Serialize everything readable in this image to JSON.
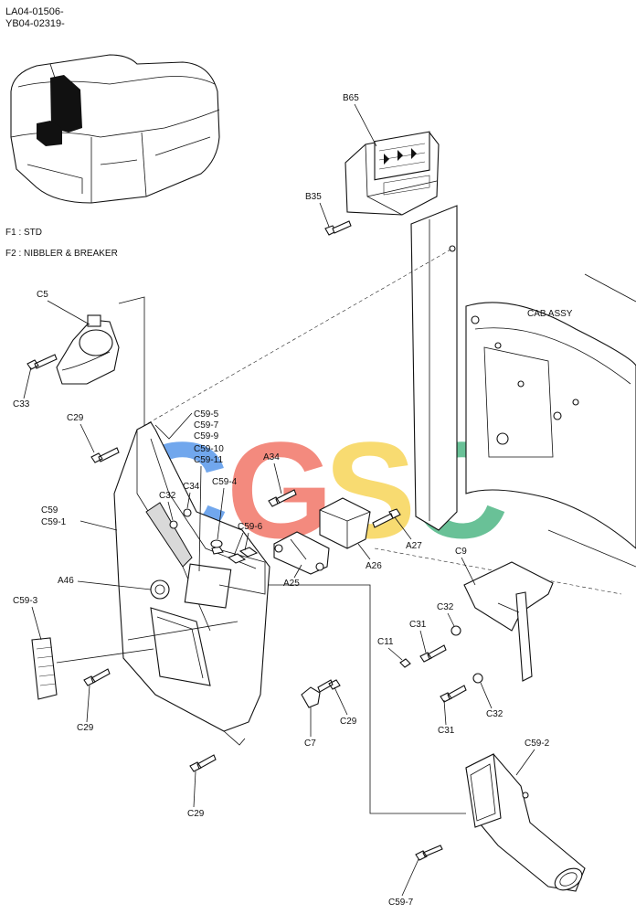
{
  "header": {
    "code1": "LA04-01506-",
    "code2": "YB04-02319-"
  },
  "legend": {
    "f1": "F1 : STD",
    "f2": "F2 : NIBBLER & BREAKER"
  },
  "watermark": {
    "letters": [
      "C",
      "G",
      "S",
      "C"
    ],
    "colors": [
      "#4a8fe8",
      "#f06a5a",
      "#f7d24a",
      "#3fb07a"
    ]
  },
  "labels": {
    "b65": "B65",
    "b35": "B35",
    "cab_assy": "CAB ASSY",
    "c5": "C5",
    "c33": "C33",
    "c29_a": "C29",
    "c59_5": "C59-5",
    "c59_7a": "C59-7",
    "c59_9": "C59-9",
    "c59_10": "C59-10",
    "c59_11": "C59-11",
    "a34": "A34",
    "c34": "C34",
    "c32_a": "C32",
    "c59_4": "C59-4",
    "c59": "C59",
    "c59_1": "C59-1",
    "c59_6": "C59-6",
    "a27": "A27",
    "a26": "A26",
    "a25": "A25",
    "a46": "A46",
    "c9": "C9",
    "c32_b": "C32",
    "c31_a": "C31",
    "c11": "C11",
    "c59_3": "C59-3",
    "c29_b": "C29",
    "c7": "C7",
    "c29_c": "C29",
    "c32_c": "C32",
    "c31_b": "C31",
    "c59_2": "C59-2",
    "c29_d": "C29",
    "c59_7b": "C59-7"
  }
}
